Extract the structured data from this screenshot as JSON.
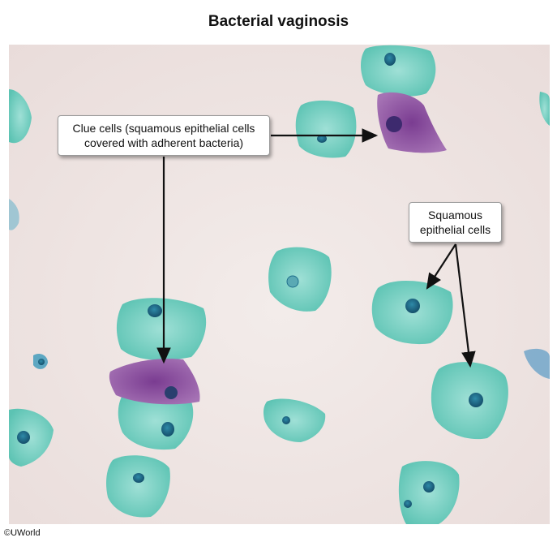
{
  "title": "Bacterial vaginosis",
  "labels": {
    "clue_cells": {
      "line1": "Clue cells (squamous epithelial cells",
      "line2": "covered with adherent bacteria)"
    },
    "squamous": {
      "line1": "Squamous",
      "line2": "epithelial cells"
    }
  },
  "copyright": "©UWorld",
  "colors": {
    "background": "#efe5e3",
    "squamous_cell": "#79cfc2",
    "nucleus": "#1f6f8c",
    "clue_cell": "#8a4f9d"
  }
}
